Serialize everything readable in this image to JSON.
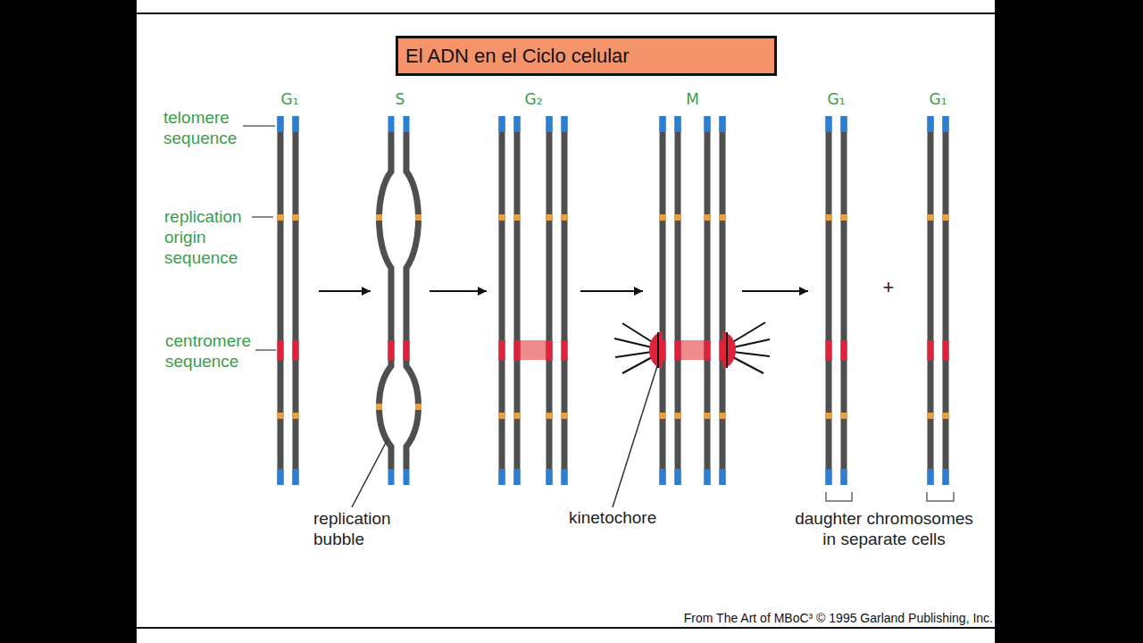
{
  "diagram": {
    "title": "El ADN en el Ciclo celular",
    "nodes": [
      {
        "text": [
          "G₁"
        ]
      },
      {
        "text": [
          "S"
        ]
      },
      {
        "text": [
          "G₂"
        ]
      },
      {
        "text": [
          "M"
        ]
      },
      {
        "text": [
          "G₁"
        ]
      },
      {
        "text": [
          "G₁"
        ]
      }
    ],
    "edges": [
      {
        "from": 0,
        "to": 1,
        "arrow": "to"
      },
      {
        "from": 1,
        "to": 2,
        "arrow": "to"
      },
      {
        "from": 2,
        "to": 3,
        "arrow": "to"
      },
      {
        "from": 3,
        "to": 4,
        "arrow": "to"
      }
    ],
    "labels": [
      "telomere sequence",
      "replication origin sequence",
      "centromere sequence",
      "replication bubble",
      "kinetochore",
      "+",
      "daughter chromosomes in separate cells",
      "From The Art of MBoC³ © 1995 Garland Publishing, Inc."
    ]
  }
}
